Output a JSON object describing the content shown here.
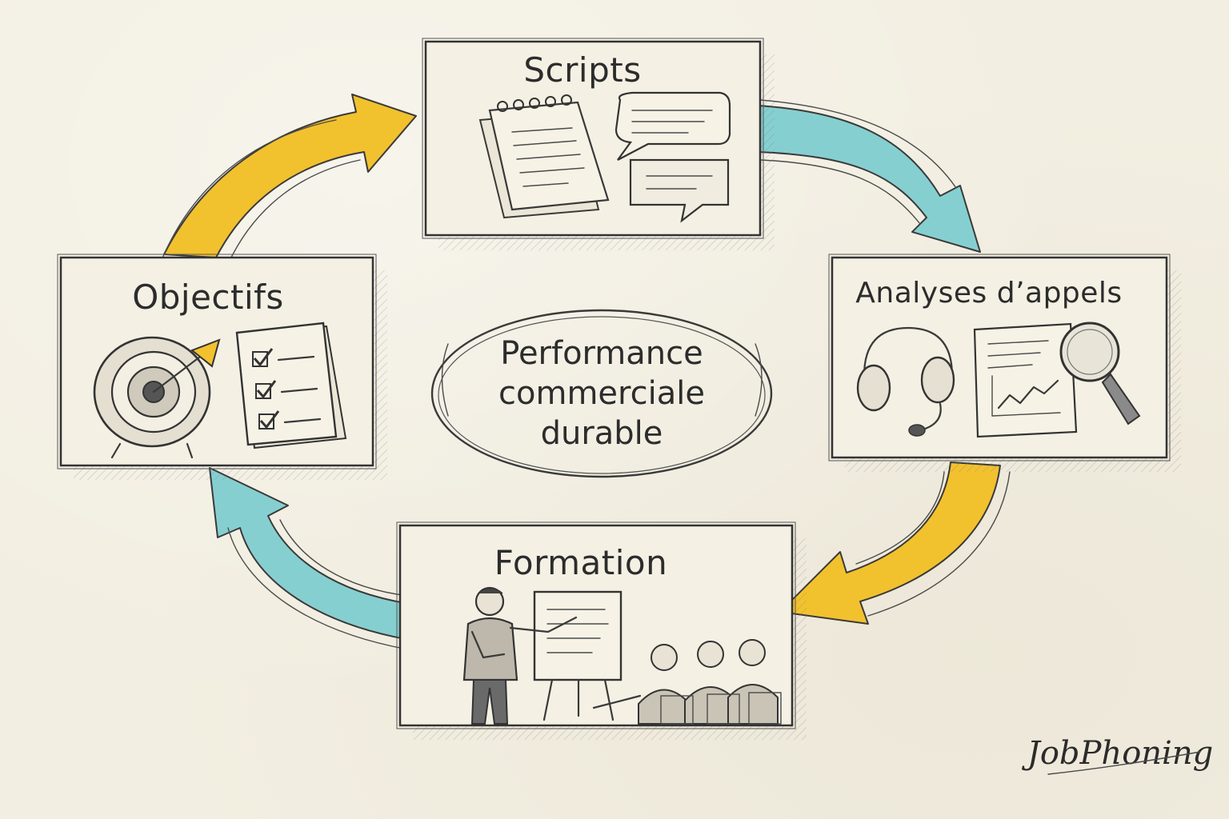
{
  "diagram": {
    "center": {
      "line1": "Performance",
      "line2": "commerciale",
      "line3": "durable"
    },
    "nodes": {
      "scripts": {
        "title": "Scripts"
      },
      "analyses": {
        "title": "Analyses d’appels"
      },
      "formation": {
        "title": "Formation"
      },
      "objectifs": {
        "title": "Objectifs"
      }
    },
    "arrows": [
      {
        "from": "Objectifs",
        "to": "Scripts",
        "color": "#f2c12e"
      },
      {
        "from": "Scripts",
        "to": "Analyses d’appels",
        "color": "#86cfd0"
      },
      {
        "from": "Analyses d’appels",
        "to": "Formation",
        "color": "#f2c12e"
      },
      {
        "from": "Formation",
        "to": "Objectifs",
        "color": "#86cfd0"
      }
    ],
    "icons": {
      "scripts": [
        "notepad-icon",
        "speech-bubble-icon"
      ],
      "analyses": [
        "headset-icon",
        "chart-report-icon",
        "magnifier-icon"
      ],
      "formation": [
        "presenter-icon",
        "flipchart-icon",
        "audience-icon"
      ],
      "objectifs": [
        "target-icon",
        "checklist-icon"
      ]
    }
  },
  "brand": {
    "name": "JobPhoning"
  },
  "colors": {
    "yellow": "#f2c12e",
    "teal": "#86cfd0",
    "ink": "#2f2f2f",
    "paper": "#f2eee1"
  }
}
